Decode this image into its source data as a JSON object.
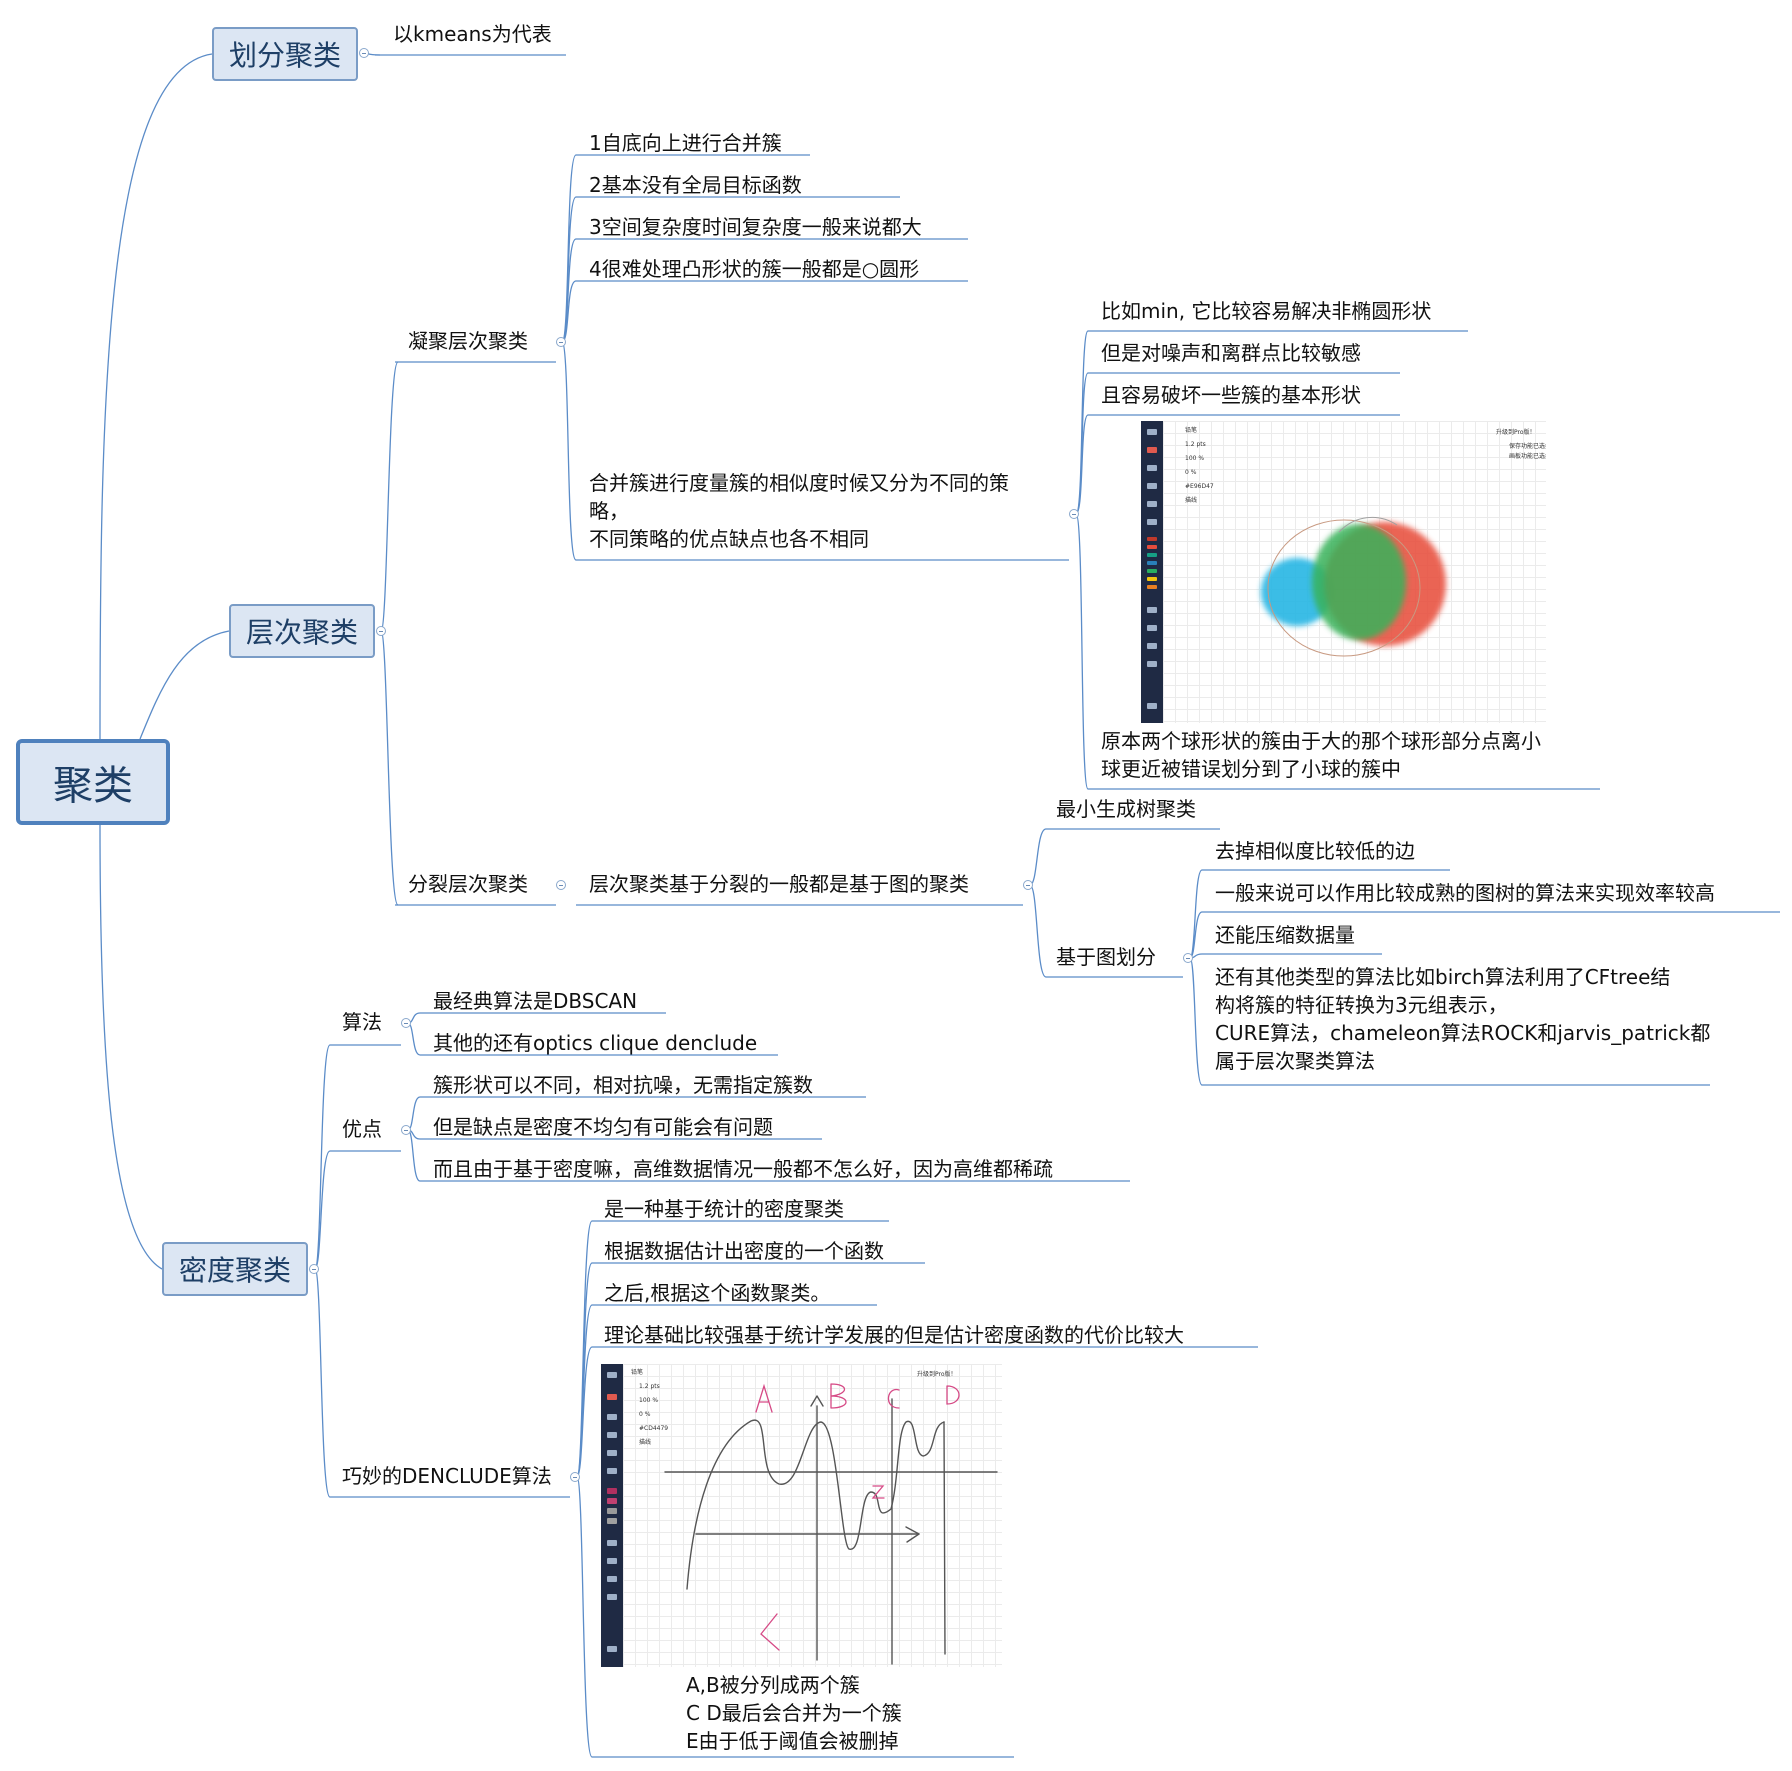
{
  "root": "聚类",
  "partition": {
    "title": "划分聚类",
    "note": "以kmeans为代表"
  },
  "hierarchical": {
    "title": "层次聚类",
    "agglomerative": {
      "title": "凝聚层次聚类",
      "points": [
        "1自底向上进行合并簇",
        "2基本没有全局目标函数",
        "3空间复杂度时间复杂度一般来说都大",
        "4很难处理凸形状的簇一般都是○圆形"
      ],
      "strategy_lines": [
        "合并簇进行度量簇的相似度时候又分为不同的策",
        "略，",
        "不同策略的优点缺点也各不相同"
      ],
      "strategy_notes": [
        "比如min, 它比较容易解决非椭圆形状",
        "但是对噪声和离群点比较敏感",
        "且容易破坏一些簇的基本形状"
      ],
      "image_caption_lines": [
        "原本两个球形状的簇由于大的那个球形部分点离小",
        "球更近被错误划分到了小球的簇中"
      ]
    },
    "divisive": {
      "title": "分裂层次聚类",
      "desc": "层次聚类基于分裂的一般都是基于图的聚类",
      "mst": "最小生成树聚类",
      "graph_partition": {
        "title": "基于图划分",
        "items": [
          "去掉相似度比较低的边",
          "一般来说可以作用比较成熟的图树的算法来实现效率较高",
          "还能压缩数据量"
        ],
        "other_lines": [
          "还有其他类型的算法比如birch算法利用了CFtree结",
          "构将簇的特征转换为3元组表示，",
          "CURE算法，chameleon算法ROCK和jarvis_patrick都",
          "属于层次聚类算法"
        ]
      }
    }
  },
  "density": {
    "title": "密度聚类",
    "algorithms": {
      "title": "算法",
      "items": [
        "最经典算法是DBSCAN",
        "其他的还有optics  clique  denclude"
      ]
    },
    "advantages": {
      "title": "优点",
      "items": [
        "簇形状可以不同，相对抗噪，无需指定簇数",
        "但是缺点是密度不均匀有可能会有问题",
        "而且由于基于密度嘛，高维数据情况一般都不怎么好，因为高维都稀疏"
      ]
    },
    "denclude": {
      "title": "巧妙的DENCLUDE算法",
      "items": [
        "是一种基于统计的密度聚类",
        "根据数据估计出密度的一个函数",
        "之后,根据这个函数聚类。",
        "理论基础比较强基于统计学发展的但是估计密度函数的代价比较大"
      ],
      "image_caption_lines": [
        "A,B被分列成两个簇",
        "C D最后会合并为一个簇",
        "E由于低于阈值会被删掉"
      ],
      "sketch_letters": [
        "A",
        "B",
        "C",
        "D",
        "E",
        "Z"
      ]
    }
  },
  "screenshot_ui": {
    "top_right": "升级到Pro版！",
    "panel_right_1": "保存功能已选择",
    "panel_right_2": "画板功能已选择",
    "tool_row_1": "铅笔",
    "tool_row_2": "1.2 pts",
    "tool_row_3": "100 %",
    "tool_row_4": "0 %",
    "color_1": "#E96D47",
    "color_2": "#CD4479",
    "tool_row_6": "描线"
  },
  "colors": {
    "line": "#5b8cc8",
    "node_fill": "#dce6f3",
    "node_border": "#7a9cc6",
    "node_text": "#1e3f66"
  }
}
